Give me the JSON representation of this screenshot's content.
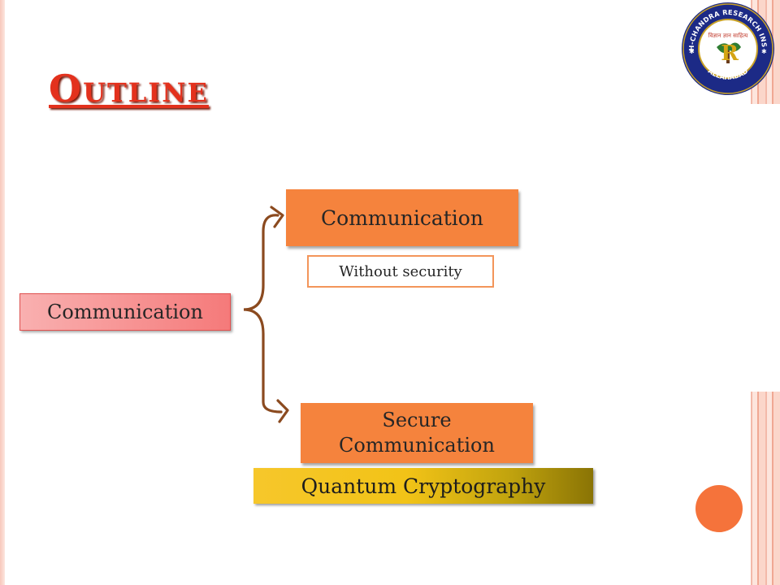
{
  "slide": {
    "title": "Outline",
    "logo": {
      "ring_text": "HARISH-CHANDRA RESEARCH INSTITUTE",
      "bottom_text": "ALLAHABAD",
      "motto": "विज्ञान ज्ञान साहित्य",
      "monogram": "R",
      "colors": {
        "ring": "#1c2a86",
        "inner": "#ffffff",
        "monogram": "#d4a514",
        "tree": "#2f7d32"
      }
    },
    "diagram": {
      "root_label": "Communication",
      "upper_branch_label": "Communication",
      "upper_note": "Without security",
      "lower_branch_label_line1": "Secure",
      "lower_branch_label_line2": "Communication",
      "lower_note": "Quantum Cryptography"
    },
    "colors": {
      "title": "#e3311d",
      "branch_fill": "#f5833d",
      "root_fill": "#f57a7a",
      "brace": "#8b4a1f",
      "accent_dot": "#f5733b"
    }
  }
}
